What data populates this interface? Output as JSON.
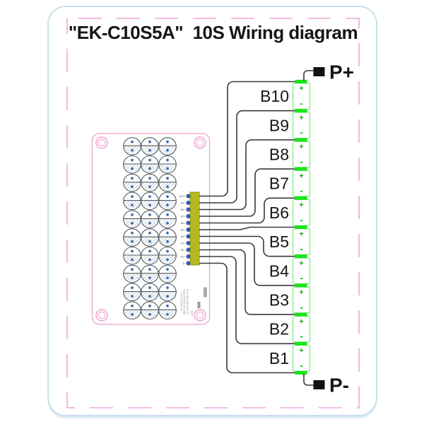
{
  "title": "\"EK-C10S5A\"  10S Wiring diagram",
  "terminals": {
    "positive": "P+",
    "negative": "P-"
  },
  "battery_labels": [
    "B10",
    "B9",
    "B8",
    "B7",
    "B6",
    "B5",
    "B4",
    "B3",
    "B2",
    "B1"
  ],
  "battery_signs": {
    "plus": "+",
    "minus": "-"
  },
  "pcb": {
    "pin_labels": [
      "B10+",
      "B9+",
      "B8+",
      "B7+",
      "B6+",
      "B5+",
      "B4+",
      "B3+",
      "B2+",
      "B1+",
      "B-"
    ],
    "silkscreen_lines": [
      "EK-C10S5A_V1.1",
      "BMS 10S NCM/LiFePO4",
      "LITHIUM BATTERY PCM"
    ],
    "led_label": "LED"
  },
  "colors": {
    "card_border": "#c8e0eb",
    "dashed_border": "#f0a6d8",
    "pcb_outline": "#ef9ecb",
    "connector_fill": "#b5b91f",
    "connector_stroke": "#8f9414",
    "pin_fill": "#2f62b0",
    "wire": "#3a3a3a",
    "battery_outline": "#7be87b",
    "battery_terminal": "#17e617",
    "battery_sign": "#00b400",
    "terminal_square": "#111111",
    "text": "#161616",
    "hatch": "#90a4b8",
    "dot_blue": "#3b6fae",
    "silkscreen": "#8a8a8a"
  }
}
